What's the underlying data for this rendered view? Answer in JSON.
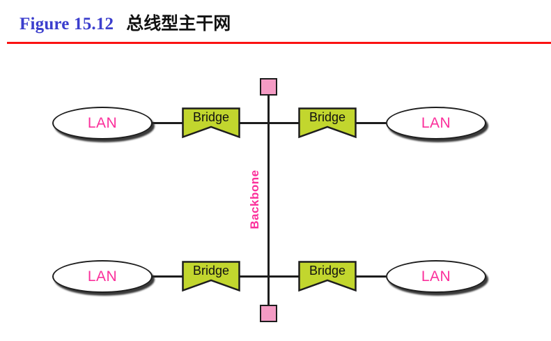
{
  "header": {
    "figure_label": "Figure 15.12",
    "figure_title": "总线型主干网"
  },
  "diagram": {
    "backbone_label": "Backbone",
    "lans": [
      {
        "label": "LAN"
      },
      {
        "label": "LAN"
      },
      {
        "label": "LAN"
      },
      {
        "label": "LAN"
      }
    ],
    "bridges": [
      {
        "label": "Bridge"
      },
      {
        "label": "Bridge"
      },
      {
        "label": "Bridge"
      },
      {
        "label": "Bridge"
      }
    ]
  },
  "colors": {
    "figure_label": "#3b3ecd",
    "figure_title": "#111111",
    "rule": "#fb1212",
    "line": "#1d1d1d",
    "lan_fill": "#ffffff",
    "lan_text": "#fb2f9b",
    "backbone_text": "#fb2f9b",
    "bridge_fill": "#c2d62e",
    "bridge_text": "#111111",
    "terminator_fill": "#f49bc4"
  }
}
